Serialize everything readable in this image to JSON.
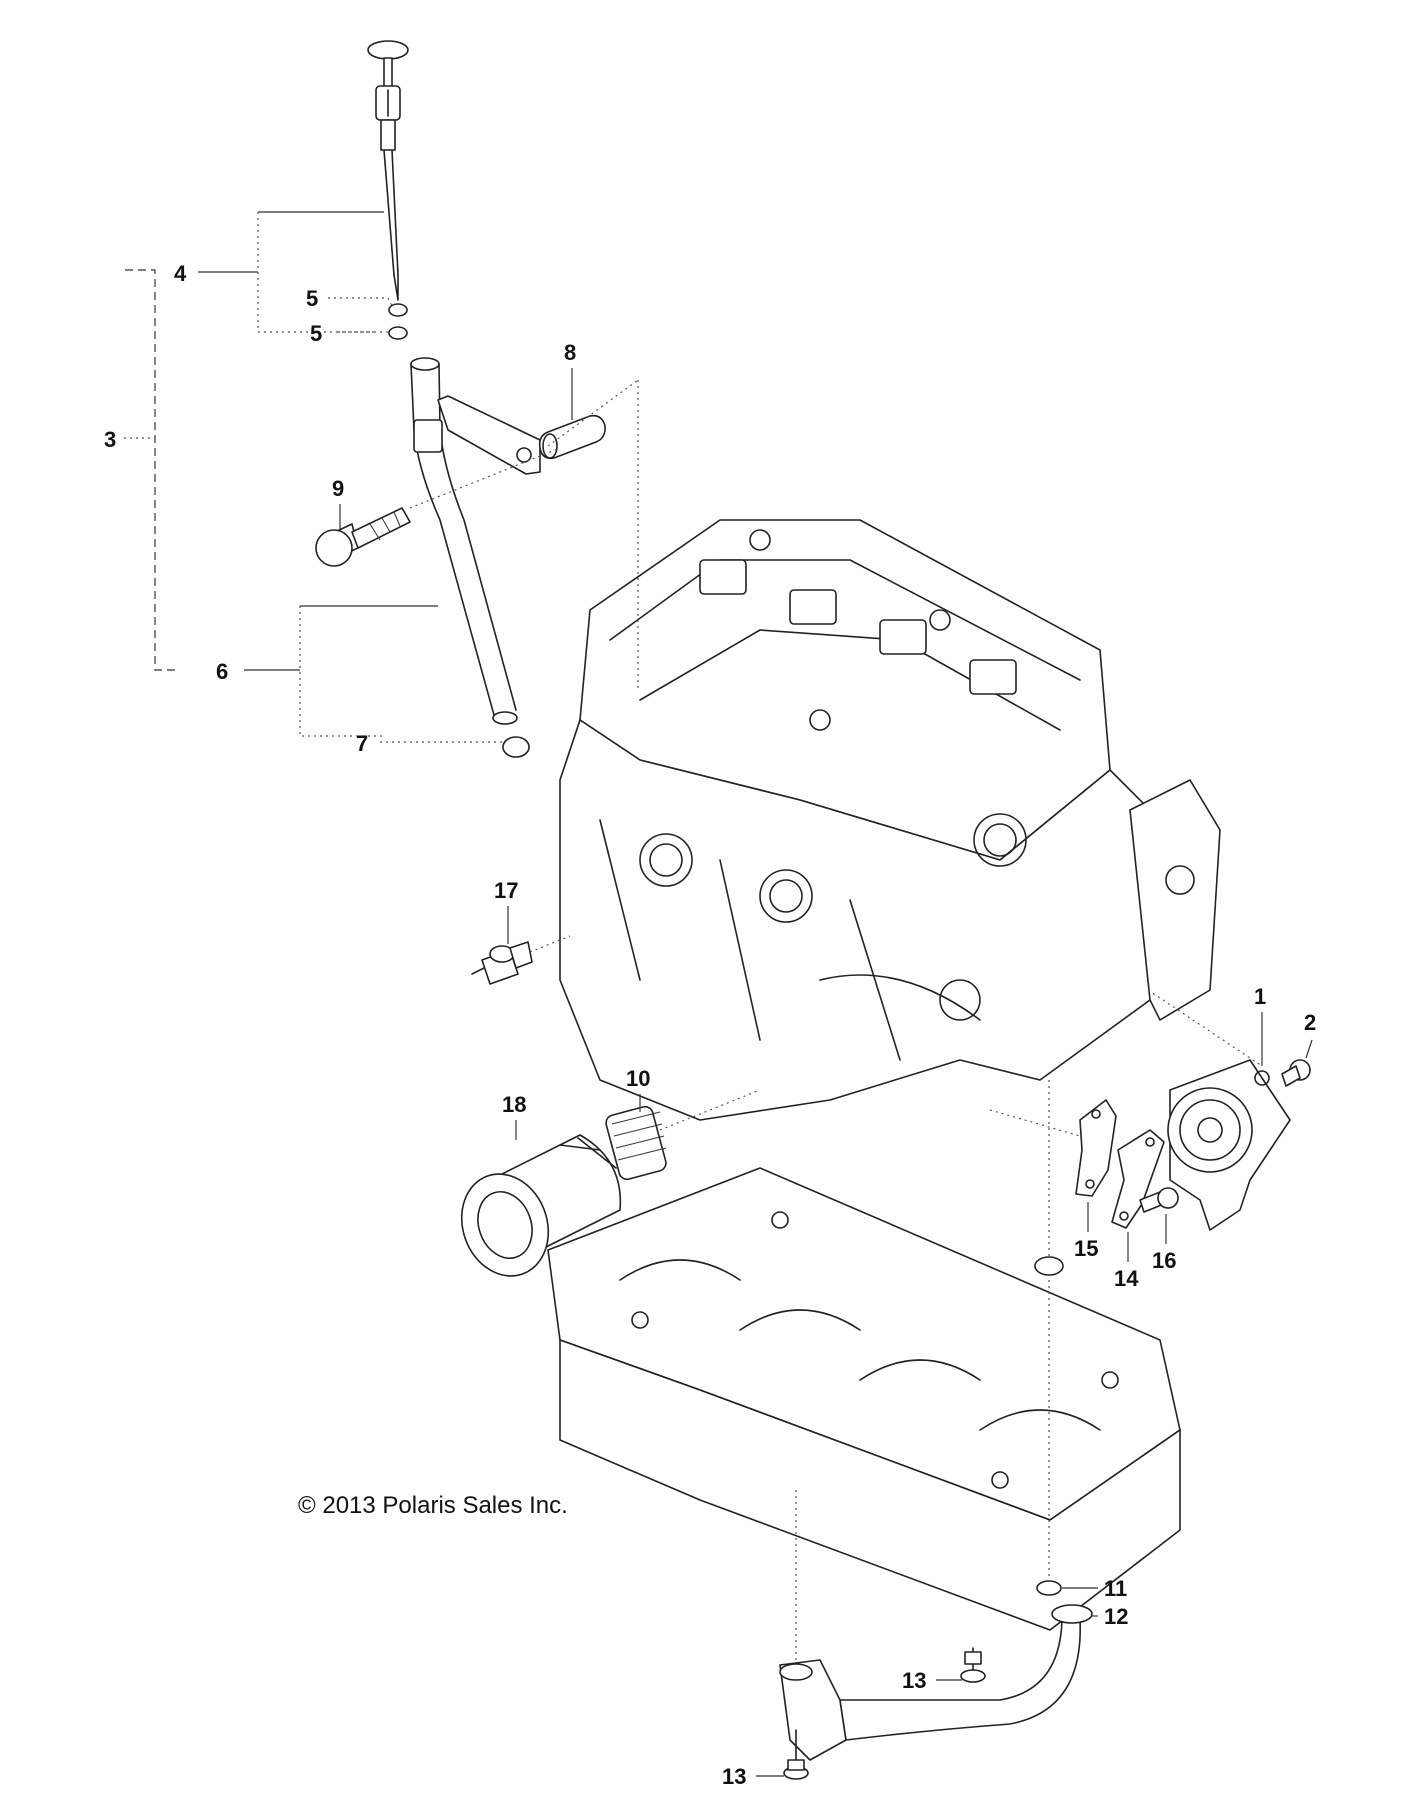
{
  "copyright": "© 2013 Polaris Sales Inc.",
  "callouts": {
    "c1": "1",
    "c2": "2",
    "c3": "3",
    "c4": "4",
    "c5a": "5",
    "c5b": "5",
    "c6": "6",
    "c7": "7",
    "c8": "8",
    "c9": "9",
    "c10": "10",
    "c11": "11",
    "c12": "12",
    "c13a": "13",
    "c13b": "13",
    "c14": "14",
    "c15": "15",
    "c16": "16",
    "c17": "17",
    "c18": "18"
  }
}
